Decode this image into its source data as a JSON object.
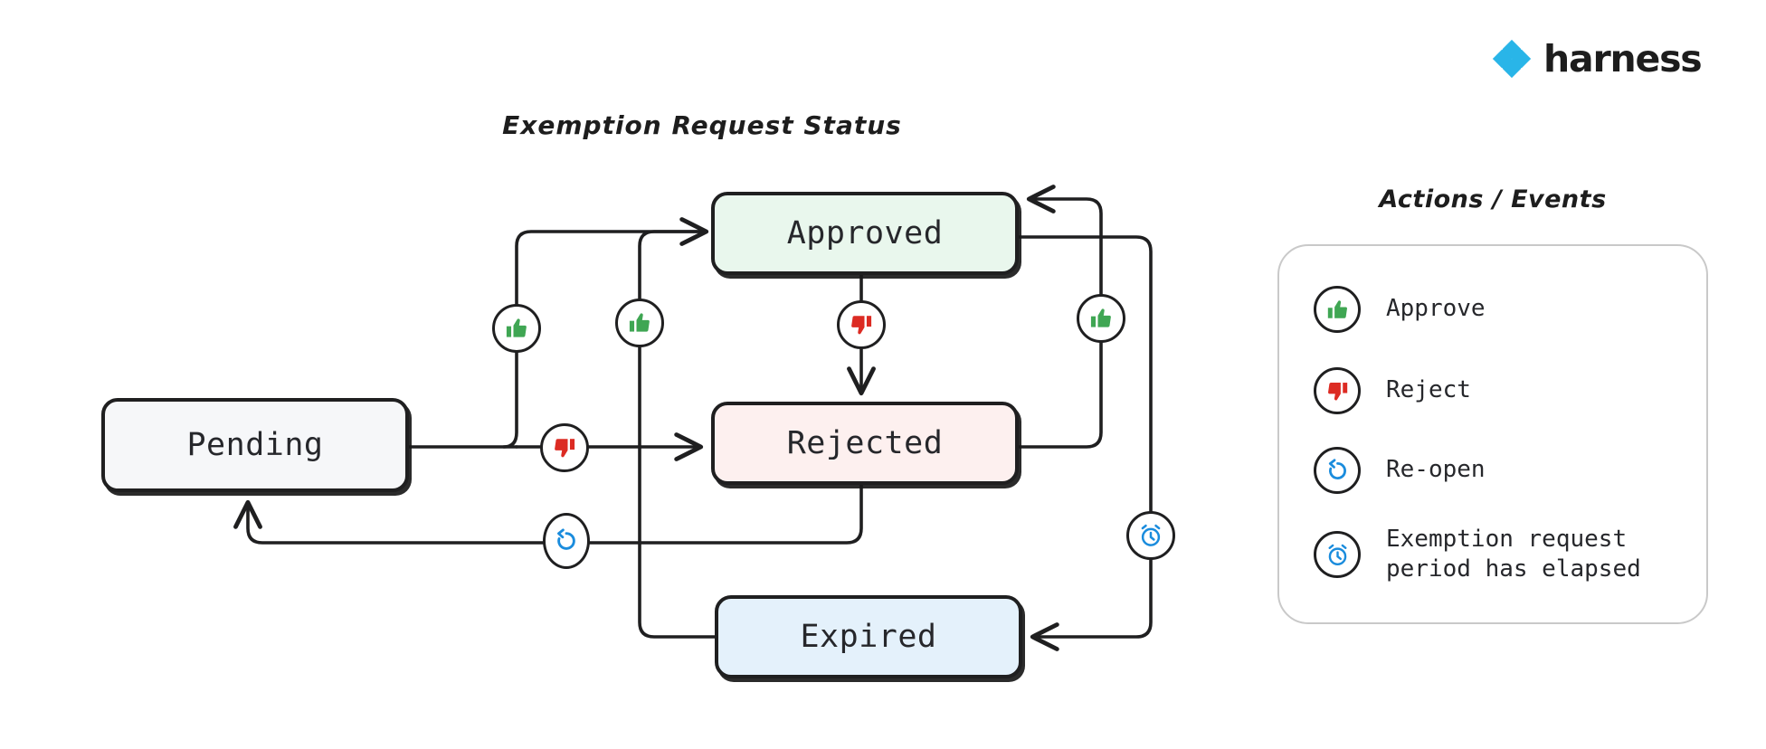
{
  "brand": {
    "name": "harness",
    "logo_icon": "harness-diamond-logo",
    "logo_color": "#29b5e8"
  },
  "diagram": {
    "title": "Exemption Request Status",
    "type": "state-machine",
    "nodes": [
      {
        "id": "pending",
        "label": "Pending",
        "fill": "#f6f7f9",
        "stroke": "#1f1f20"
      },
      {
        "id": "approved",
        "label": "Approved",
        "fill": "#e9f7ed",
        "stroke": "#1f1f20"
      },
      {
        "id": "rejected",
        "label": "Rejected",
        "fill": "#fdf0ef",
        "stroke": "#1f1f20"
      },
      {
        "id": "expired",
        "label": "Expired",
        "fill": "#e4f1fb",
        "stroke": "#1f1f20"
      }
    ],
    "transitions": [
      {
        "from": "pending",
        "to": "approved",
        "action": "approve",
        "icon": "thumbs-up-icon"
      },
      {
        "from": "pending",
        "to": "rejected",
        "action": "reject",
        "icon": "thumbs-down-icon"
      },
      {
        "from": "approved",
        "to": "rejected",
        "action": "reject",
        "icon": "thumbs-down-icon"
      },
      {
        "from": "rejected",
        "to": "approved",
        "action": "approve",
        "icon": "thumbs-up-icon"
      },
      {
        "from": "expired",
        "to": "approved",
        "action": "approve",
        "icon": "thumbs-up-icon"
      },
      {
        "from": "rejected",
        "to": "pending",
        "action": "re-open",
        "icon": "reopen-icon"
      },
      {
        "from": "approved",
        "to": "expired",
        "action": "exemption-period-elapsed",
        "icon": "alarm-clock-icon"
      }
    ]
  },
  "legend": {
    "title": "Actions / Events",
    "items": [
      {
        "icon": "thumbs-up-icon",
        "label": "Approve",
        "color": "#3fa653"
      },
      {
        "icon": "thumbs-down-icon",
        "label": "Reject",
        "color": "#dc2b23"
      },
      {
        "icon": "reopen-icon",
        "label": "Re-open",
        "color": "#1a8cdd"
      },
      {
        "icon": "alarm-clock-icon",
        "label": "Exemption request\nperiod has elapsed",
        "color": "#1a8cdd"
      }
    ]
  },
  "colors": {
    "approve_green": "#3fa653",
    "reject_red": "#dc2b23",
    "event_blue": "#1a8cdd",
    "brand_blue": "#29b5e8",
    "ink": "#1f1f20",
    "canvas": "#ffffff"
  }
}
